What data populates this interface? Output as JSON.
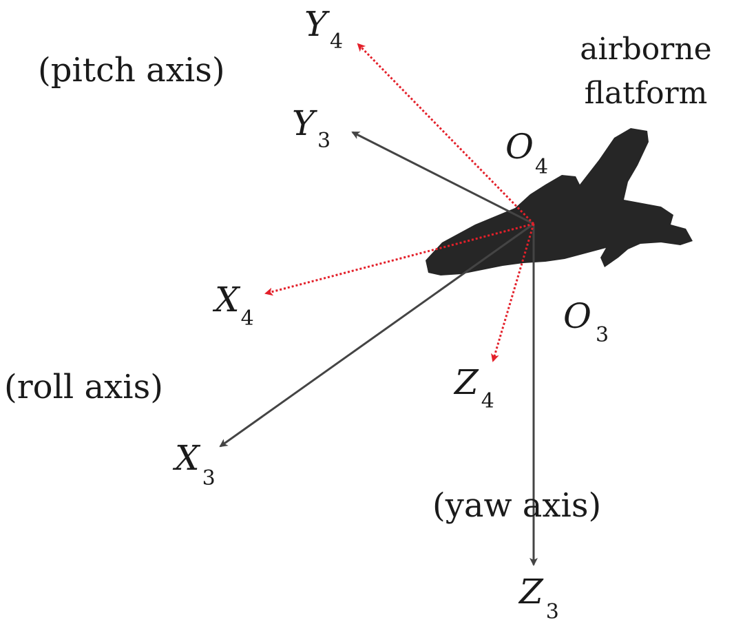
{
  "colors": {
    "frame3": "#444444",
    "frame4": "#e3202a",
    "aircraft": "#262626",
    "text": "#1a1a1a"
  },
  "caption": {
    "line1": "airborne",
    "line2": "flatform"
  },
  "notes": {
    "pitch": "(pitch axis)",
    "roll": "(roll axis)",
    "yaw": "(yaw axis)"
  },
  "labels": {
    "Y4": {
      "base": "Y",
      "sub": "4"
    },
    "Y3": {
      "base": "Y",
      "sub": "3"
    },
    "O4": {
      "base": "O",
      "sub": "4"
    },
    "X4": {
      "base": "X",
      "sub": "4"
    },
    "O3": {
      "base": "O",
      "sub": "3"
    },
    "Z4": {
      "base": "Z",
      "sub": "4"
    },
    "X3": {
      "base": "X",
      "sub": "3"
    },
    "Z3": {
      "base": "Z",
      "sub": "3"
    }
  }
}
